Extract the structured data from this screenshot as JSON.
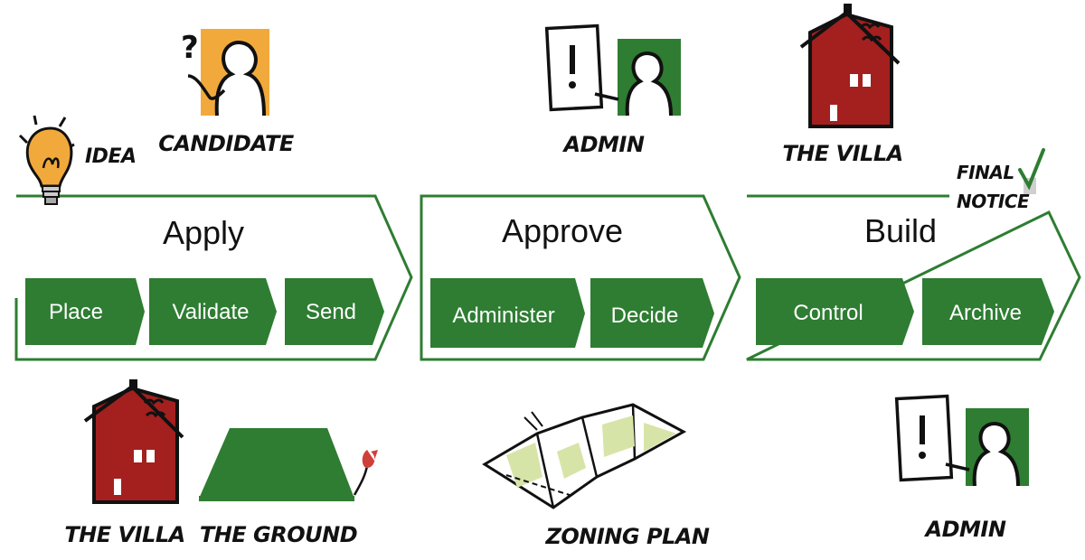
{
  "phases": [
    {
      "title": "Apply",
      "steps": [
        "Place",
        "Validate",
        "Send"
      ]
    },
    {
      "title": "Approve",
      "steps": [
        "Administer",
        "Decide"
      ]
    },
    {
      "title": "Build",
      "steps": [
        "Control",
        "Archive"
      ]
    }
  ],
  "actors_top": {
    "idea": "IDEA",
    "candidate": "CANDIDATE",
    "admin": "ADMIN",
    "villa": "THE VILLA",
    "final_notice": [
      "FINAL",
      "NOTICE"
    ]
  },
  "actors_bottom": {
    "villa": "THE VILLA",
    "ground": "THE GROUND",
    "zoning": "ZONING PLAN",
    "admin": "ADMIN"
  },
  "colors": {
    "green": "#2e7d32",
    "red": "#a3201f",
    "orange": "#f2a93b",
    "outline": "#2e7d32"
  }
}
